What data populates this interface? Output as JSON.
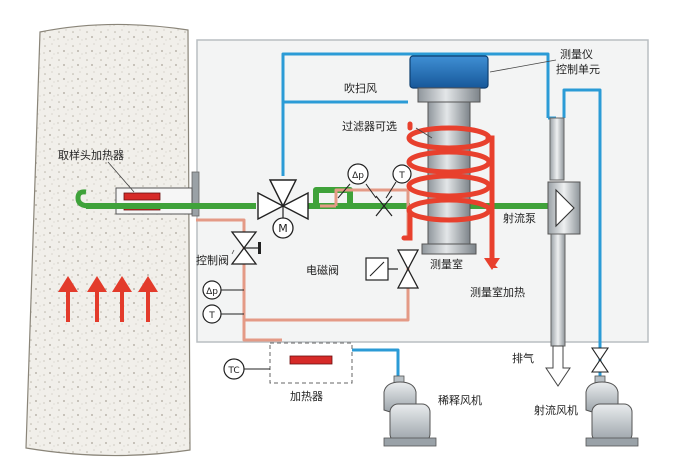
{
  "labels": {
    "probe_heater": "取样头加热器",
    "meter_ctrl_line1": "测量仪",
    "meter_ctrl_line2": "控制单元",
    "purge_air": "吹扫风",
    "filter_optional": "过滤器可选",
    "ejector_pump": "射流泵",
    "control_valve": "控制阀",
    "solenoid_valve": "电磁阀",
    "measuring_chamber": "测量室",
    "chamber_heating": "测量室加热",
    "exhaust": "排气",
    "heater": "加热器",
    "dilution_fan": "稀释风机",
    "ejector_fan": "射流风机"
  },
  "symbols": {
    "dp": "Δp",
    "t": "T",
    "motor": "M",
    "tc": "TC"
  },
  "colors": {
    "sample_line": "#3fa23a",
    "air_line": "#2b9bd6",
    "heat_line": "#e8402d",
    "dilution_line": "#e49a86",
    "control_unit": "#1d6fb8",
    "stack_fill": "#f1efea"
  }
}
